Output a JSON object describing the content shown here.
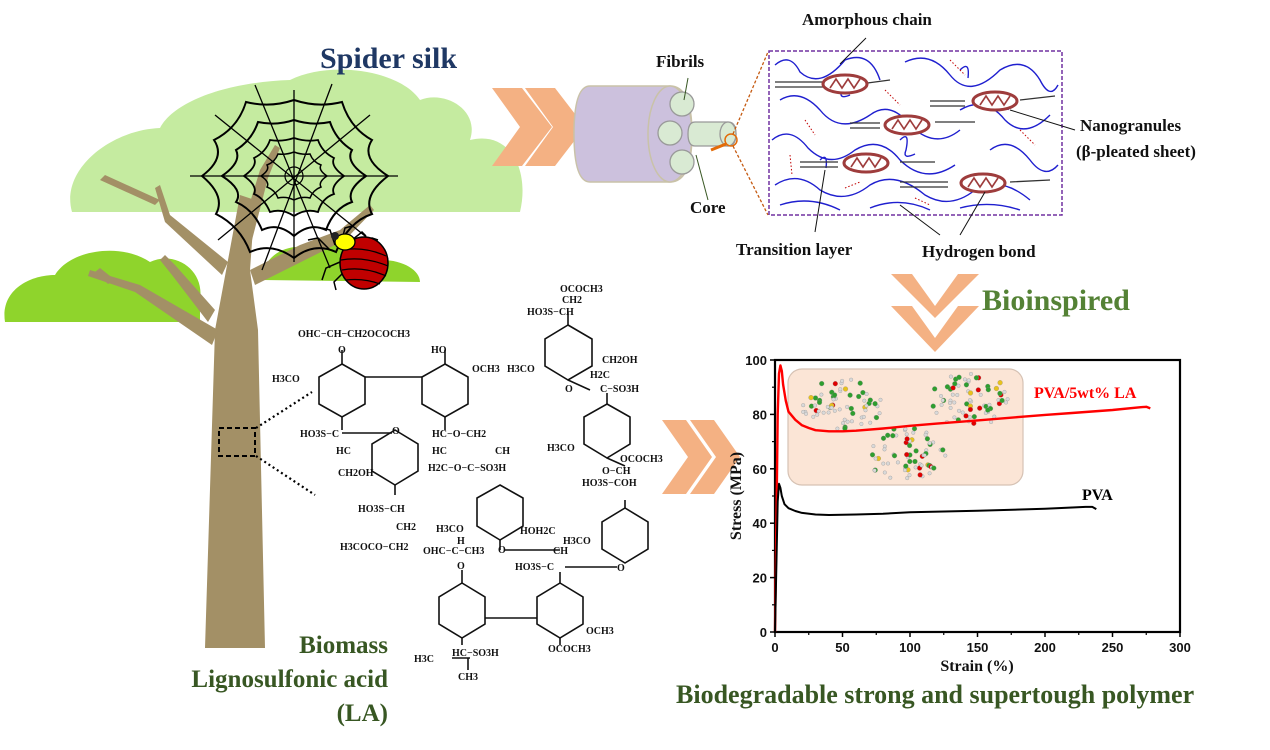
{
  "labels": {
    "spider_silk": "Spider silk",
    "fibrils": "Fibrils",
    "core": "Core",
    "amorphous_chain": "Amorphous chain",
    "nanogranules_line1": "Nanogranules",
    "nanogranules_line2": "(β-pleated sheet)",
    "transition_layer": "Transition layer",
    "hydrogen_bond": "Hydrogen bond",
    "bioinspired": "Bioinspired",
    "biomass": "Biomass",
    "lignosulfonic_acid": "Lignosulfonic acid",
    "la": "(LA)",
    "bottom_caption": "Biodegradable strong and supertough polymer"
  },
  "chemistry": {
    "groups": [
      "OCOCH3",
      "CH2",
      "HO3S−CH",
      "OHC−CH−CH2OCOCH3",
      "O",
      "HO",
      "H3CO",
      "OCH3",
      "H3CO",
      "CH2OH",
      "H2C",
      "O",
      "C−SO3H",
      "HO3S−C",
      "O",
      "HC−O−CH2",
      "HC",
      "CH",
      "H2C−O−C−SO3H",
      "HC",
      "CH2OH",
      "H3CO",
      "OCOCH3",
      "O−CH",
      "HO3S−COH",
      "HO3S−CH",
      "CH2",
      "H3COCO−CH2",
      "H3CO",
      "HOH2C",
      "H3CO",
      "OHC−C−CH3",
      "H",
      "O",
      "CH",
      "HO3S−C",
      "O",
      "O",
      "OCH3",
      "HC−SO3H",
      "OCOCH3",
      "H3C",
      "CH3"
    ]
  },
  "colors": {
    "arrow": "#f4b183",
    "title_navy": "#1f3864",
    "title_green": "#385723",
    "bioinspired_green": "#548235",
    "tree_trunk": "#a39066",
    "canopy_light": "#c5eba0",
    "canopy_bright": "#8fd42c",
    "fiber_purple": "#ccc1dd",
    "fibril_green": "#d9ead3",
    "chain_blue": "#1f1fcf",
    "nanogranule": "#9e3c3c",
    "pva_la_red": "#ff0000",
    "pva_black": "#000000"
  },
  "chart_data": {
    "type": "line",
    "title": "",
    "xlabel": "Strain (%)",
    "ylabel": "Stress (MPa)",
    "xlim": [
      0,
      300
    ],
    "ylim": [
      0,
      100
    ],
    "xticks": [
      0,
      50,
      100,
      150,
      200,
      250,
      300
    ],
    "yticks": [
      0,
      20,
      40,
      60,
      80,
      100
    ],
    "grid": false,
    "legend": "inline-labels",
    "series": [
      {
        "name": "PVA/5wt% LA",
        "color": "#ff0000",
        "x": [
          0,
          1,
          2,
          3,
          4,
          5,
          6,
          8,
          10,
          15,
          20,
          25,
          30,
          40,
          50,
          60,
          80,
          100,
          120,
          150,
          180,
          200,
          220,
          250,
          270,
          275,
          278
        ],
        "y": [
          0,
          40,
          80,
          95,
          98,
          96,
          91,
          85,
          81,
          78,
          76,
          75,
          74.2,
          73.8,
          73.8,
          74,
          74.8,
          75.8,
          76.6,
          77.8,
          79,
          79.8,
          80.5,
          81.6,
          82.6,
          82.8,
          82.2
        ]
      },
      {
        "name": "PVA",
        "color": "#000000",
        "x": [
          0,
          1,
          2,
          3,
          4,
          5,
          7,
          10,
          15,
          20,
          30,
          40,
          60,
          80,
          100,
          150,
          200,
          230,
          235,
          238
        ],
        "y": [
          0,
          25,
          48,
          54.5,
          53,
          50,
          47,
          45.5,
          44.5,
          43.8,
          43.2,
          43,
          43.2,
          43.5,
          44,
          44.6,
          45.3,
          46,
          46,
          45.2
        ]
      }
    ],
    "annotations": [
      "PVA/5wt% LA",
      "PVA"
    ]
  }
}
